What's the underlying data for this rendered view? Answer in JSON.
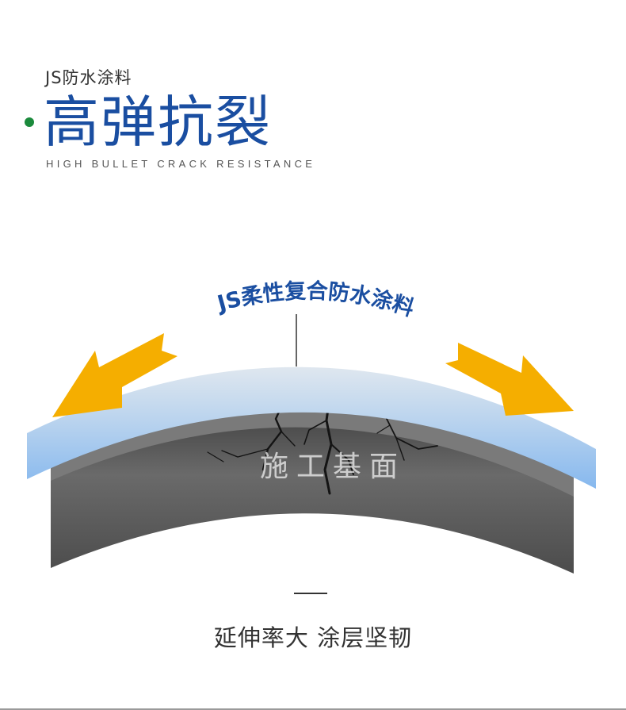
{
  "header": {
    "subtitle": "JS防水涂料",
    "title": "高弹抗裂",
    "title_en": "HIGH BULLET CRACK RESISTANCE"
  },
  "diagram": {
    "coating_label": "JS柔性复合防水涂料",
    "substrate_label": "施工基面",
    "colors": {
      "coating": "#9ec4f0",
      "substrate": "#595959",
      "arrow": "#f5ae00",
      "label": "#1a4ea1"
    }
  },
  "footer": {
    "tagline": "延伸率大 涂层坚韧"
  }
}
